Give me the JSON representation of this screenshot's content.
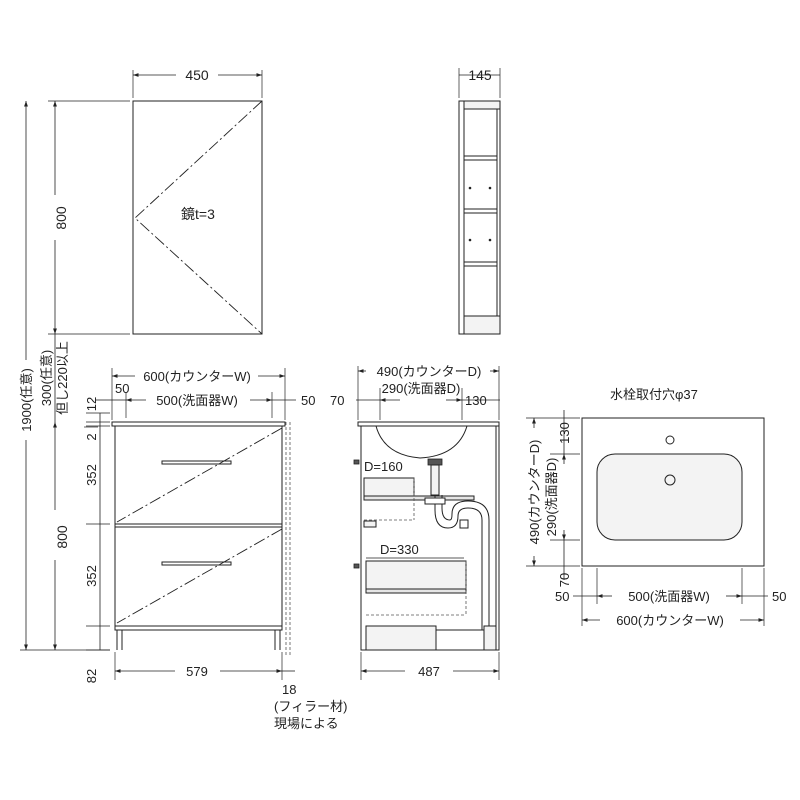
{
  "mirror": {
    "width": "450",
    "height": "800",
    "glass_label": "鏡t=3",
    "depth": "145"
  },
  "vanity_front": {
    "total_height": "1900(任意)",
    "upper_gap": "300(任意)",
    "upper_gap_note": "但し220以上",
    "counter_width": "600(カウンターW)",
    "bowl_width": "500(洗面器W)",
    "left_margin": "50",
    "right_margin": "50",
    "top_thickness": "12",
    "top_lip": "2",
    "drawer_upper": "352",
    "drawer_lower": "352",
    "cabinet_height": "800",
    "leg_height": "82",
    "body_width": "579",
    "filler_width": "18",
    "filler_note_1": "(フィラー材)",
    "filler_note_2": "現場による"
  },
  "vanity_side": {
    "counter_depth": "490(カウンターD)",
    "bowl_depth": "290(洗面器D)",
    "front_margin": "70",
    "back_margin": "130",
    "upper_drawer_depth": "D=160",
    "lower_drawer_depth": "D=330",
    "body_depth": "487"
  },
  "vanity_plan": {
    "faucet_hole": "水栓取付穴φ37",
    "counter_depth": "490(カウンターD)",
    "bowl_depth": "290(洗面器D)",
    "back_margin": "130",
    "front_margin": "70",
    "bowl_width": "500(洗面器W)",
    "counter_width": "600(カウンターW)",
    "left_margin": "50",
    "right_margin": "50"
  }
}
